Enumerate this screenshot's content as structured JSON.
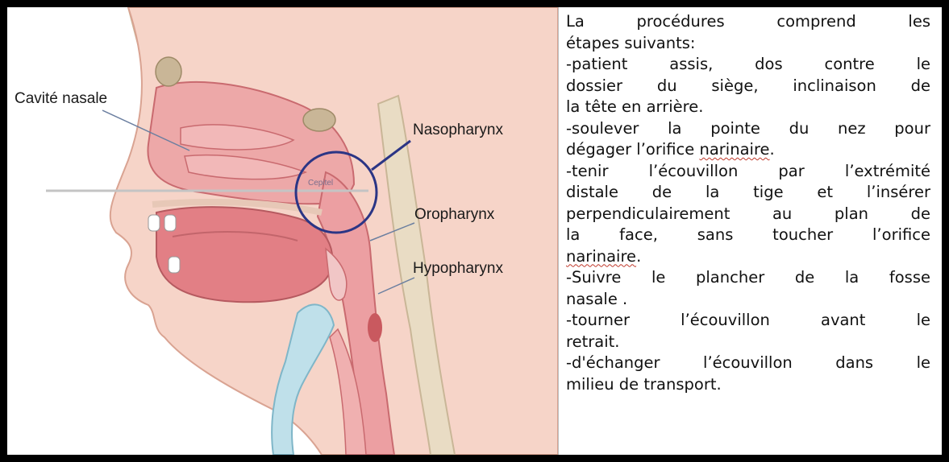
{
  "labels": {
    "cavite_nasale": "Cavité nasale",
    "nasopharynx": "Nasopharynx",
    "oropharynx": "Oropharynx",
    "hypopharynx": "Hypopharynx",
    "swab_tag": "Cepitel"
  },
  "text": {
    "l1": "La procédures comprend les",
    "l2": "étapes suivants:",
    "l3": "-patient assis, dos contre le",
    "l4": "dossier du siège, inclinaison de",
    "l5": "la tête en arrière.",
    "l6": "-soulever la pointe du nez pour",
    "l7a": "dégager l’orifice ",
    "l7b": "narinaire",
    "l7c": ".",
    "l8": "-tenir l’écouvillon par l’extrémité",
    "l9": "distale de la tige et l’insérer",
    "l10": "perpendiculairement au plan de",
    "l11": "la face, sans toucher l’orifice",
    "l12a": "narinaire",
    "l12b": ".",
    "l13": "-Suivre le plancher de la fosse",
    "l14": "nasale .",
    "l15": "-tourner l’écouvillon avant le",
    "l16": "retrait.",
    "l17": "-d'échanger l’écouvillon dans le",
    "l18": "milieu de transport."
  },
  "colors": {
    "mucosa": "#e8a5a5",
    "mucosa_dark": "#d6787d",
    "skin": "#f4c9bd",
    "bone": "#e9dcc4",
    "cartilage": "#bfe0ea",
    "circle": "#2b3585",
    "border": "#000000"
  }
}
